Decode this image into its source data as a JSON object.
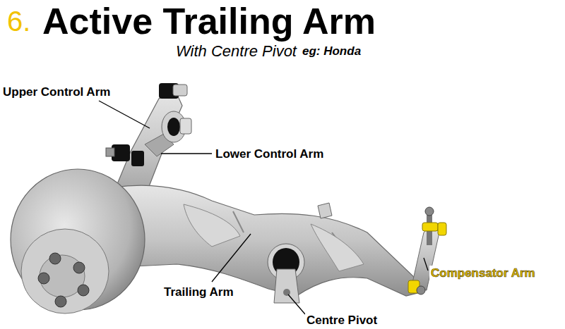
{
  "diagram": {
    "title": "Active Trailing Arm",
    "caption": "With Centre Pivot",
    "labels": [
      "6.",
      "eg: Honda",
      "Upper Control Arm",
      "Lower Control Arm",
      "Trailing Arm",
      "Centre Pivot",
      "Compensator Arm"
    ]
  }
}
